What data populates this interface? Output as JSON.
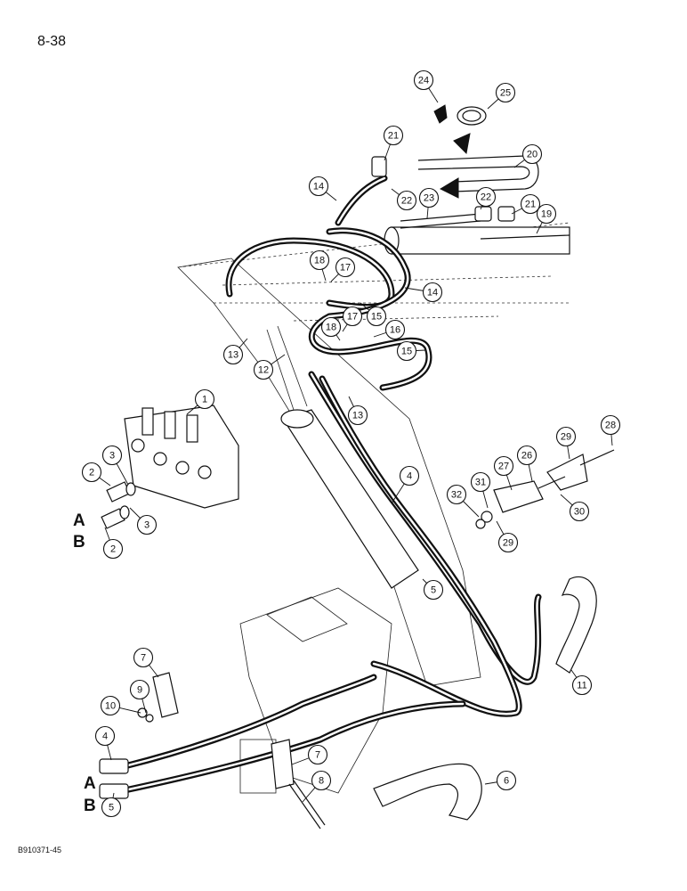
{
  "page_number": "8-38",
  "figure_code": "B910371-45",
  "callouts": [
    "1",
    "2",
    "2",
    "3",
    "3",
    "4",
    "4",
    "5",
    "5",
    "6",
    "7",
    "7",
    "8",
    "9",
    "10",
    "11",
    "12",
    "13",
    "13",
    "14",
    "14",
    "15",
    "15",
    "16",
    "17",
    "17",
    "18",
    "18",
    "19",
    "20",
    "21",
    "21",
    "22",
    "22",
    "23",
    "24",
    "25",
    "26",
    "27",
    "28",
    "29",
    "29",
    "30",
    "31",
    "32"
  ],
  "port_labels": [
    "A",
    "B",
    "A",
    "B"
  ]
}
